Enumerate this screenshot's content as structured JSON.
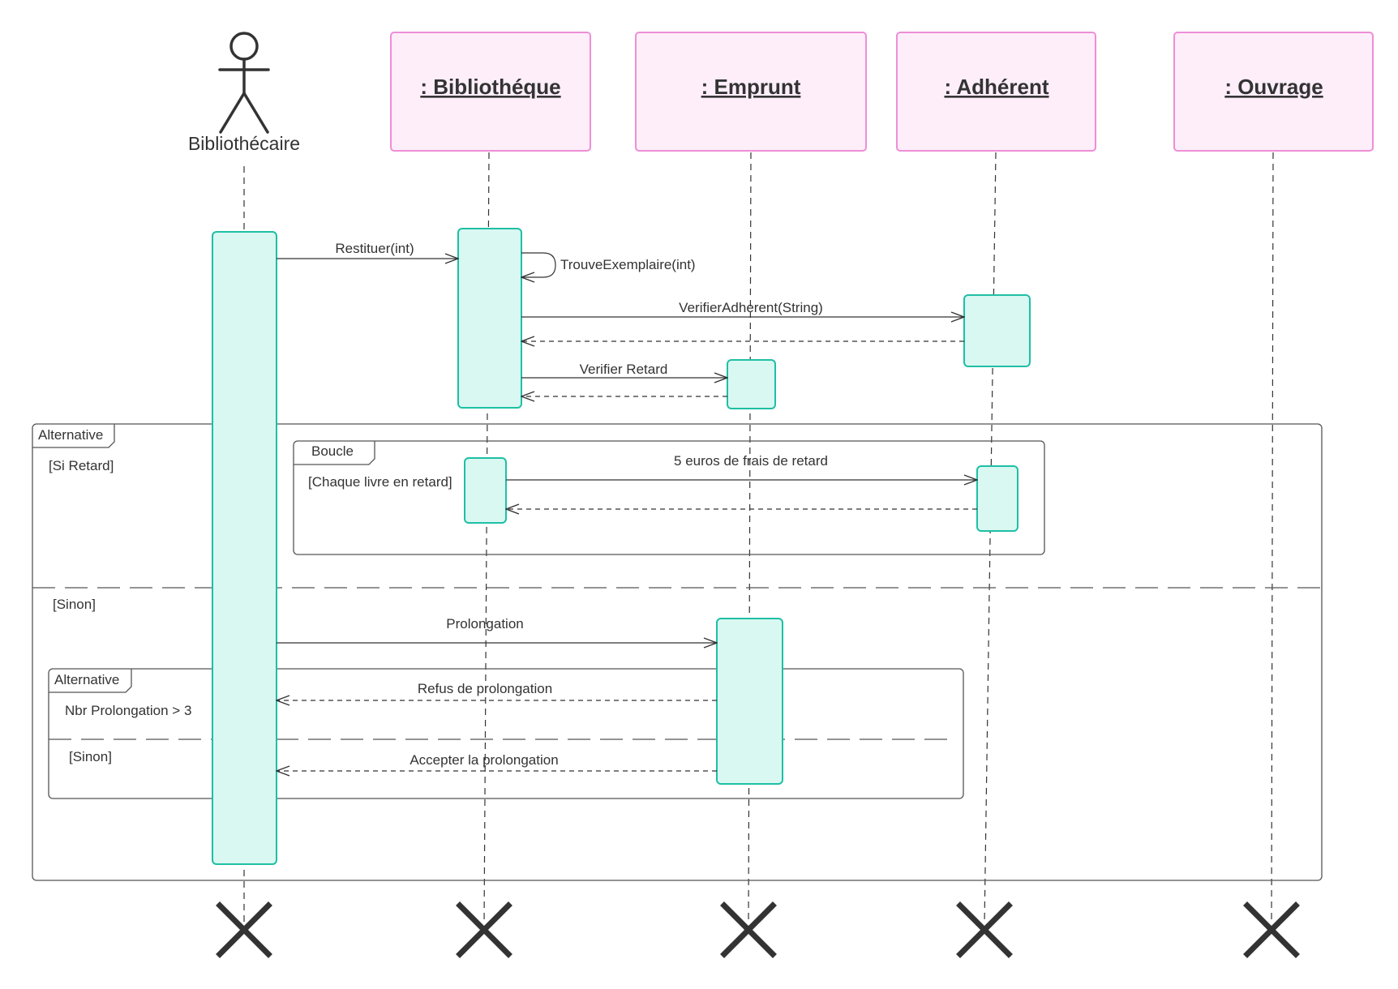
{
  "actor": {
    "name": "Bibliothécaire"
  },
  "participants": [
    {
      "id": "bibliotheque",
      "name": ": Bibliothéque"
    },
    {
      "id": "emprunt",
      "name": ": Emprunt"
    },
    {
      "id": "adherent",
      "name": ": Adhérent"
    },
    {
      "id": "ouvrage",
      "name": ": Ouvrage"
    }
  ],
  "messages": {
    "restituer": "Restituer(int)",
    "trouve_exemplaire": "TrouveExemplaire(int)",
    "verifier_adherent": "VerifierAdherent(String)",
    "verifier_retard": "Verifier Retard",
    "frais_retard": "5 euros de frais de retard",
    "prolongation": "Prolongation",
    "refus_prolongation": "Refus de prolongation",
    "accepter_prolongation": "Accepter la prolongation"
  },
  "fragments": {
    "outer_alt": {
      "label": "Alternative",
      "guard_if": "[Si Retard]",
      "guard_else": "[Sinon]"
    },
    "loop": {
      "label": "Boucle",
      "guard": "[Chaque livre en retard]"
    },
    "inner_alt": {
      "label": "Alternative",
      "guard_if": "Nbr Prolongation > 3",
      "guard_else": "[Sinon]"
    }
  },
  "colors": {
    "participant_fill": "#fdeefa",
    "participant_stroke": "#ef8ed6",
    "activation_fill": "#d8f8f1",
    "activation_stroke": "#1fbfa5",
    "line": "#333333"
  }
}
